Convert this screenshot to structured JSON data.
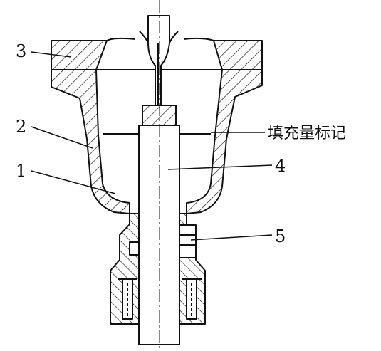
{
  "diagram": {
    "callouts": [
      {
        "id": "part-3",
        "text": "3"
      },
      {
        "id": "part-2",
        "text": "2"
      },
      {
        "id": "part-1",
        "text": "1"
      },
      {
        "id": "part-4",
        "text": "4"
      },
      {
        "id": "part-5",
        "text": "5"
      }
    ],
    "fill_mark_label": "填充量标记",
    "colors": {
      "line": "#111111",
      "background": "#ffffff"
    }
  }
}
